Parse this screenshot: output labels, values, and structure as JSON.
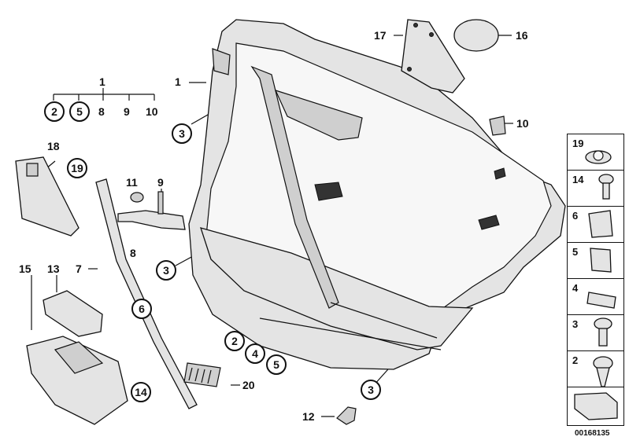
{
  "diagram": {
    "labels": {
      "l1a": "1",
      "l1b": "1",
      "l7": "7",
      "l8": "8",
      "l8b": "8",
      "l9a": "9",
      "l9b": "9",
      "l10a": "10",
      "l10b": "10",
      "l11": "11",
      "l12": "12",
      "l13": "13",
      "l15": "15",
      "l16": "16",
      "l17": "17",
      "l18": "18",
      "l20": "20"
    },
    "callouts": {
      "c2a": "2",
      "c5a": "5",
      "c3a": "3",
      "c19": "19",
      "c3b": "3",
      "c6": "6",
      "c2b": "2",
      "c4": "4",
      "c5b": "5",
      "c3c": "3",
      "c14": "14"
    },
    "fastener_legend": [
      {
        "number": "19",
        "icon": "trim-clip-icon"
      },
      {
        "number": "14",
        "icon": "screw-icon"
      },
      {
        "number": "6",
        "icon": "clamp-icon"
      },
      {
        "number": "5",
        "icon": "spring-clip-icon"
      },
      {
        "number": "4",
        "icon": "clip-strip-icon"
      },
      {
        "number": "3",
        "icon": "expanding-rivet-icon"
      },
      {
        "number": "2",
        "icon": "plastic-rivet-icon"
      },
      {
        "number": "",
        "icon": "gasket-icon"
      }
    ],
    "reference_number": "00168135"
  }
}
